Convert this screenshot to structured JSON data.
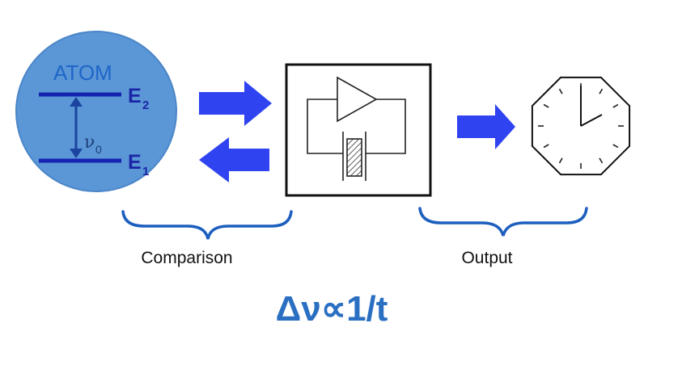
{
  "atom": {
    "title": "ATOM",
    "upper_level": {
      "letter": "E",
      "subscript": "2"
    },
    "lower_level": {
      "letter": "E",
      "subscript": "1"
    },
    "transition": {
      "symbol": "ν",
      "subscript": "0"
    }
  },
  "labels": {
    "comparison": "Comparison",
    "output": "Output"
  },
  "formula": "Δν∝1/t",
  "colors": {
    "atom_fill": "#5b96d6",
    "atom_stroke": "#4a86c8",
    "level_line": "#1424b0",
    "arrow": "#2f44f0",
    "brace": "#1d5fbf",
    "formula": "#2a6fc2"
  },
  "icons": {
    "oscillator": "amplifier-feedback-with-crystal",
    "clock": "octagonal-clock-face"
  }
}
